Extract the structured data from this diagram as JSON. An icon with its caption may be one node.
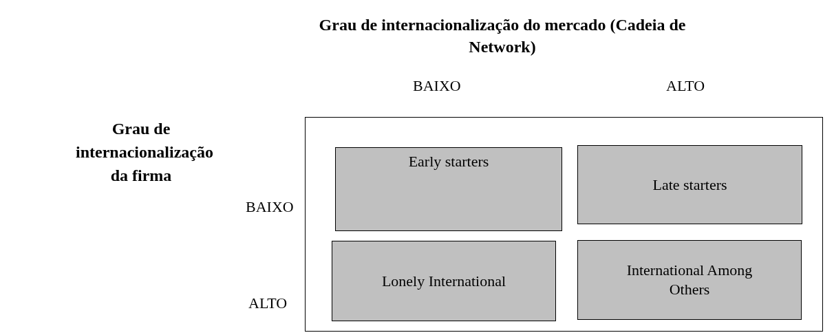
{
  "diagram": {
    "title": "Grau de internacionalização do mercado (Cadeia de Network)",
    "nodes": [
      {
        "text": [],
        "shape": "box"
      },
      {
        "text": [
          "Early starters"
        ],
        "in": 0
      },
      {
        "text": [
          "Late starters"
        ],
        "in": 0
      },
      {
        "text": [
          "Lonely International"
        ],
        "in": 0
      },
      {
        "text": [
          "International Among Others"
        ],
        "in": 0
      }
    ],
    "edges": [],
    "labels": [
      "BAIXO",
      "ALTO",
      "Grau de internacionalização da firma",
      "BAIXO",
      "ALTO"
    ]
  }
}
